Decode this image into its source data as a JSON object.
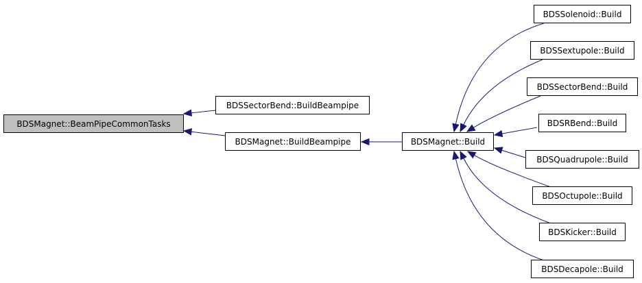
{
  "graph": {
    "nodes": [
      {
        "id": "root",
        "label": "BDSMagnet::BeamPipeCommonTasks",
        "highlighted": true
      },
      {
        "id": "sectorbend_buildbeampipe",
        "label": "BDSSectorBend::BuildBeampipe"
      },
      {
        "id": "magnet_buildbeampipe",
        "label": "BDSMagnet::BuildBeampipe"
      },
      {
        "id": "magnet_build",
        "label": "BDSMagnet::Build"
      },
      {
        "id": "solenoid_build",
        "label": "BDSSolenoid::Build"
      },
      {
        "id": "sextupole_build",
        "label": "BDSSextupole::Build"
      },
      {
        "id": "sectorbend_build",
        "label": "BDSSectorBend::Build"
      },
      {
        "id": "rbend_build",
        "label": "BDSRBend::Build"
      },
      {
        "id": "quadrupole_build",
        "label": "BDSQuadrupole::Build"
      },
      {
        "id": "octupole_build",
        "label": "BDSOctupole::Build"
      },
      {
        "id": "kicker_build",
        "label": "BDSKicker::Build"
      },
      {
        "id": "decapole_build",
        "label": "BDSDecapole::Build"
      }
    ],
    "edges": [
      {
        "from": "sectorbend_buildbeampipe",
        "to": "root"
      },
      {
        "from": "magnet_buildbeampipe",
        "to": "root"
      },
      {
        "from": "magnet_build",
        "to": "magnet_buildbeampipe"
      },
      {
        "from": "solenoid_build",
        "to": "magnet_build"
      },
      {
        "from": "sextupole_build",
        "to": "magnet_build"
      },
      {
        "from": "sectorbend_build",
        "to": "magnet_build"
      },
      {
        "from": "rbend_build",
        "to": "magnet_build"
      },
      {
        "from": "quadrupole_build",
        "to": "magnet_build"
      },
      {
        "from": "octupole_build",
        "to": "magnet_build"
      },
      {
        "from": "kicker_build",
        "to": "magnet_build"
      },
      {
        "from": "decapole_build",
        "to": "magnet_build"
      }
    ],
    "colors": {
      "edge": "#191970",
      "root_fill": "#bfbfbf",
      "node_fill": "#ffffff",
      "border": "#000000"
    }
  }
}
